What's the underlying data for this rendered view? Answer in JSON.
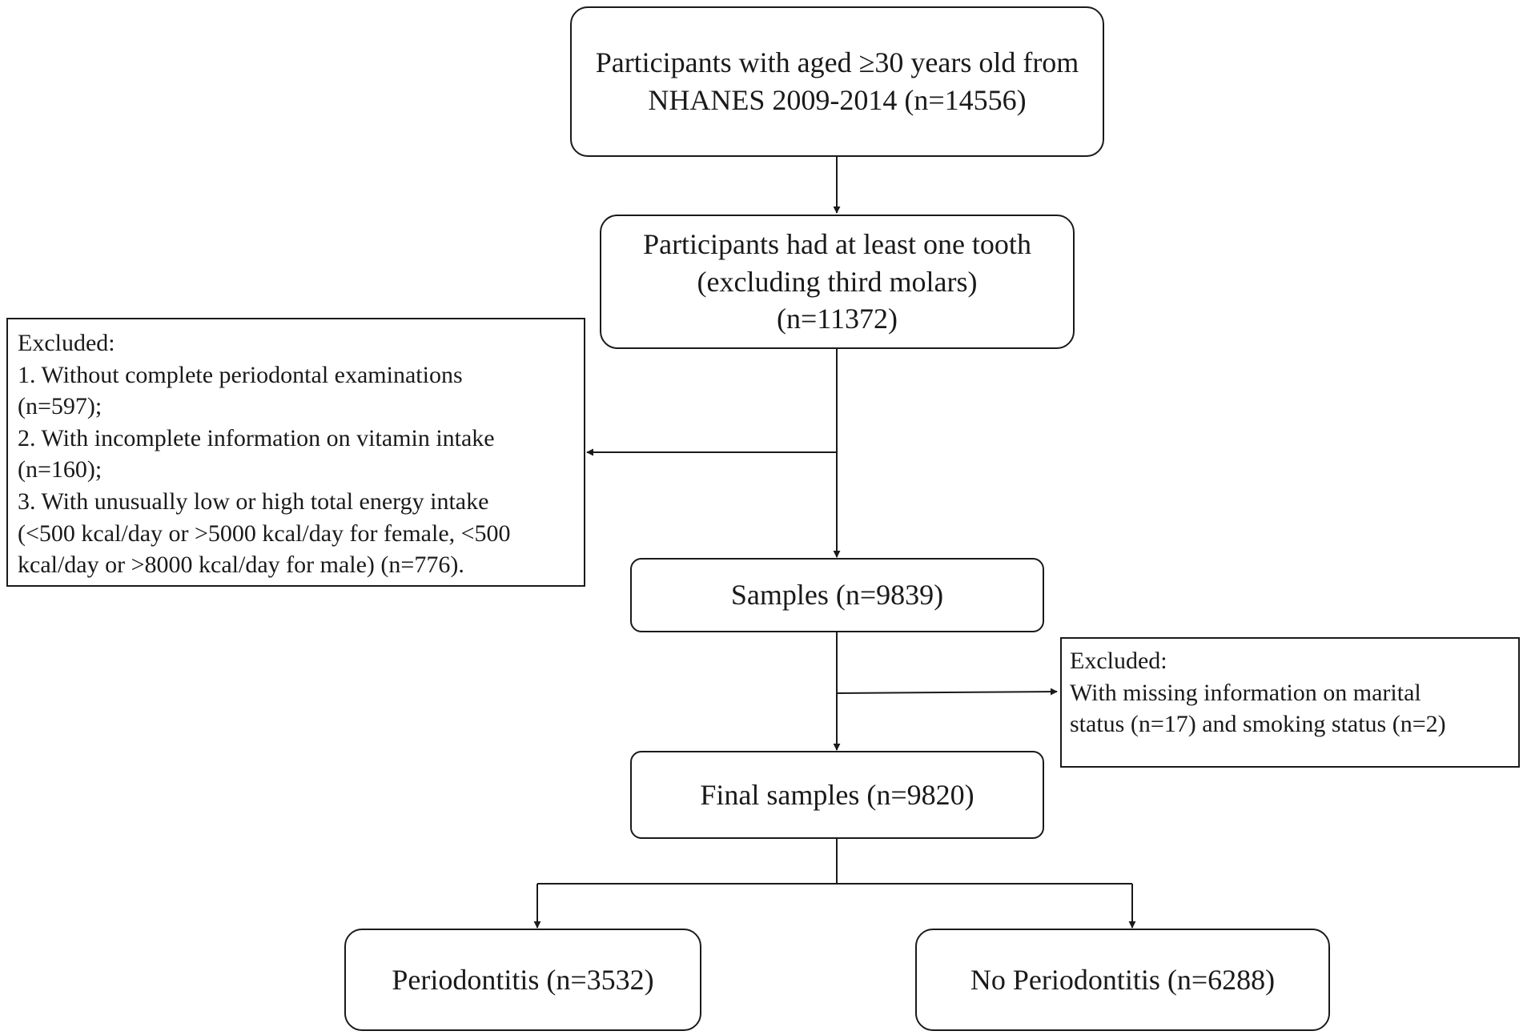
{
  "nodes": {
    "source": {
      "lines": [
        "Participants with aged ≥30 years old from",
        "NHANES 2009-2014 (n=14556)"
      ]
    },
    "teeth": {
      "lines": [
        "Participants had at least one tooth",
        "(excluding third molars)",
        "(n=11372)"
      ]
    },
    "samples": {
      "lines": [
        "Samples (n=9839)"
      ]
    },
    "final": {
      "lines": [
        "Final samples (n=9820)"
      ]
    },
    "periodontitis": {
      "lines": [
        "Periodontitis (n=3532)"
      ]
    },
    "no_periodontitis": {
      "lines": [
        "No Periodontitis (n=6288)"
      ]
    }
  },
  "exclusions": {
    "first": {
      "lines": [
        "Excluded:",
        "1. Without complete periodontal examinations",
        "(n=597);",
        "2. With incomplete information on vitamin intake",
        "(n=160);",
        "3. With unusually low or high total energy intake",
        "(<500 kcal/day or >5000 kcal/day for female, <500",
        "kcal/day or >8000 kcal/day for male) (n=776)."
      ]
    },
    "second": {
      "lines": [
        "Excluded:",
        "With missing information on marital",
        "status (n=17) and smoking status (n=2)"
      ]
    }
  },
  "edges": [
    {
      "from": "source",
      "to": "teeth"
    },
    {
      "from": "teeth",
      "to": "samples"
    },
    {
      "from": "teeth",
      "to": "exclusion-first"
    },
    {
      "from": "samples",
      "to": "final"
    },
    {
      "from": "samples",
      "to": "exclusion-second"
    },
    {
      "from": "final",
      "to": "periodontitis"
    },
    {
      "from": "final",
      "to": "no_periodontitis"
    }
  ],
  "colors": {
    "stroke": "#1a1a1a",
    "background": "#ffffff"
  }
}
